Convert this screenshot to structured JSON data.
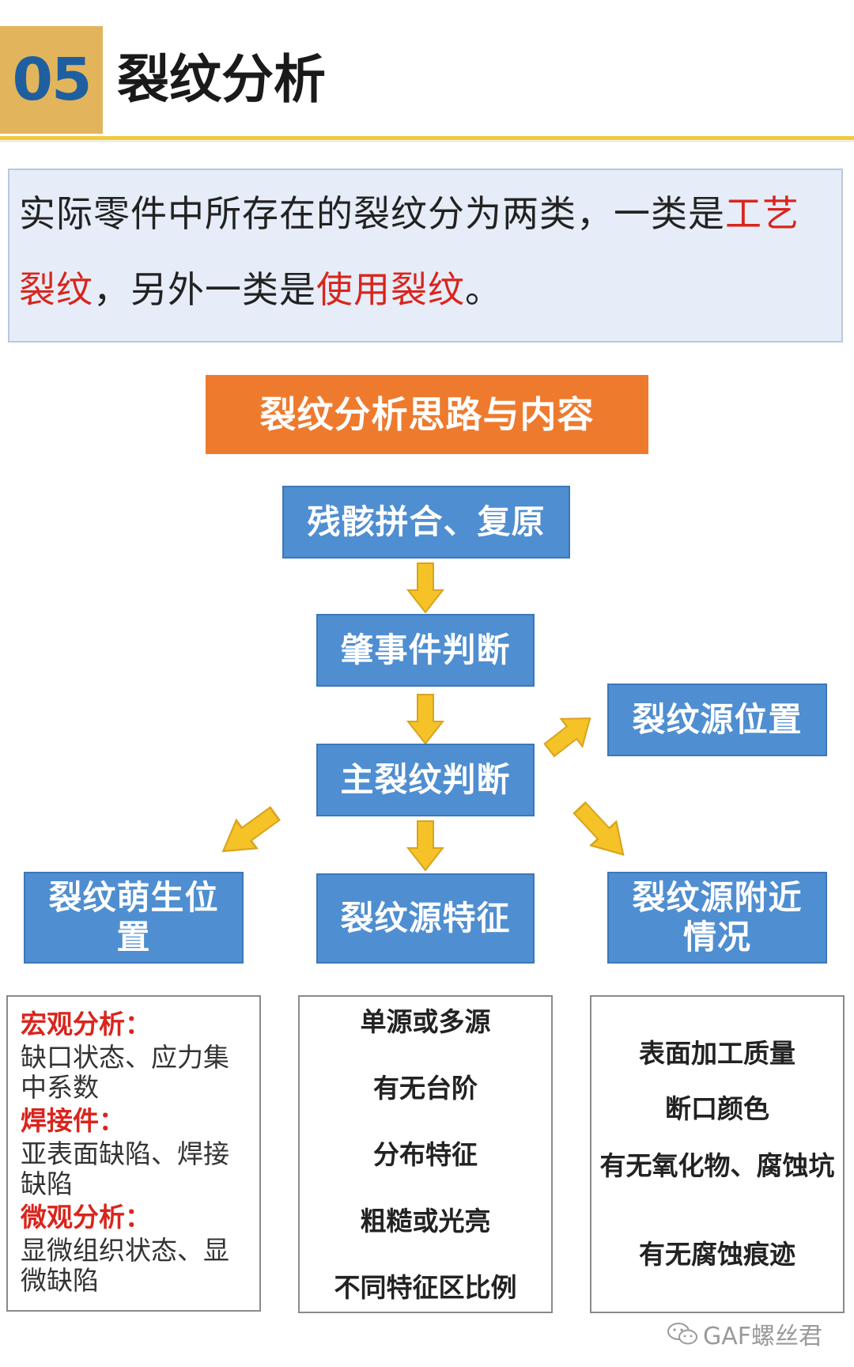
{
  "header": {
    "number": "05",
    "title": "裂纹分析"
  },
  "intro": {
    "parts": [
      "实际零件中所存在的裂纹分为两类，一类是",
      "工艺裂纹",
      "，另外一类是",
      "使用裂纹",
      "。"
    ]
  },
  "banner": "裂纹分析思路与内容",
  "nodes": {
    "reassemble": "残骸拼合、复原",
    "trigger": "肇事件判断",
    "main_crack": "主裂纹判断",
    "source_position": "裂纹源位置",
    "initiation_position": "裂纹萌生位置",
    "source_features": "裂纹源特征",
    "source_vicinity": "裂纹源附近情况"
  },
  "details": {
    "left": [
      {
        "text": "宏观分析：",
        "kind": "heading"
      },
      {
        "text": "缺口状态、应力集中系数",
        "kind": "body"
      },
      {
        "text": "焊接件：",
        "kind": "heading"
      },
      {
        "text": "亚表面缺陷、焊接缺陷",
        "kind": "body"
      },
      {
        "text": "微观分析：",
        "kind": "heading"
      },
      {
        "text": "显微组织状态、显微缺陷",
        "kind": "body"
      }
    ],
    "middle": [
      "单源或多源",
      "有无台阶",
      "分布特征",
      "粗糙或光亮",
      "不同特征区比例"
    ],
    "right": [
      "表面加工质量",
      "断口颜色",
      "有无氧化物、腐蚀坑",
      "有无腐蚀痕迹"
    ]
  },
  "watermark": "GAF螺丝君",
  "colors": {
    "badge": "#e2b55d",
    "badge_text": "#1f5fa0",
    "banner": "#ee7a2e",
    "node": "#4f8ed0",
    "arrow": "#f5c228",
    "highlight": "#d9251d"
  }
}
